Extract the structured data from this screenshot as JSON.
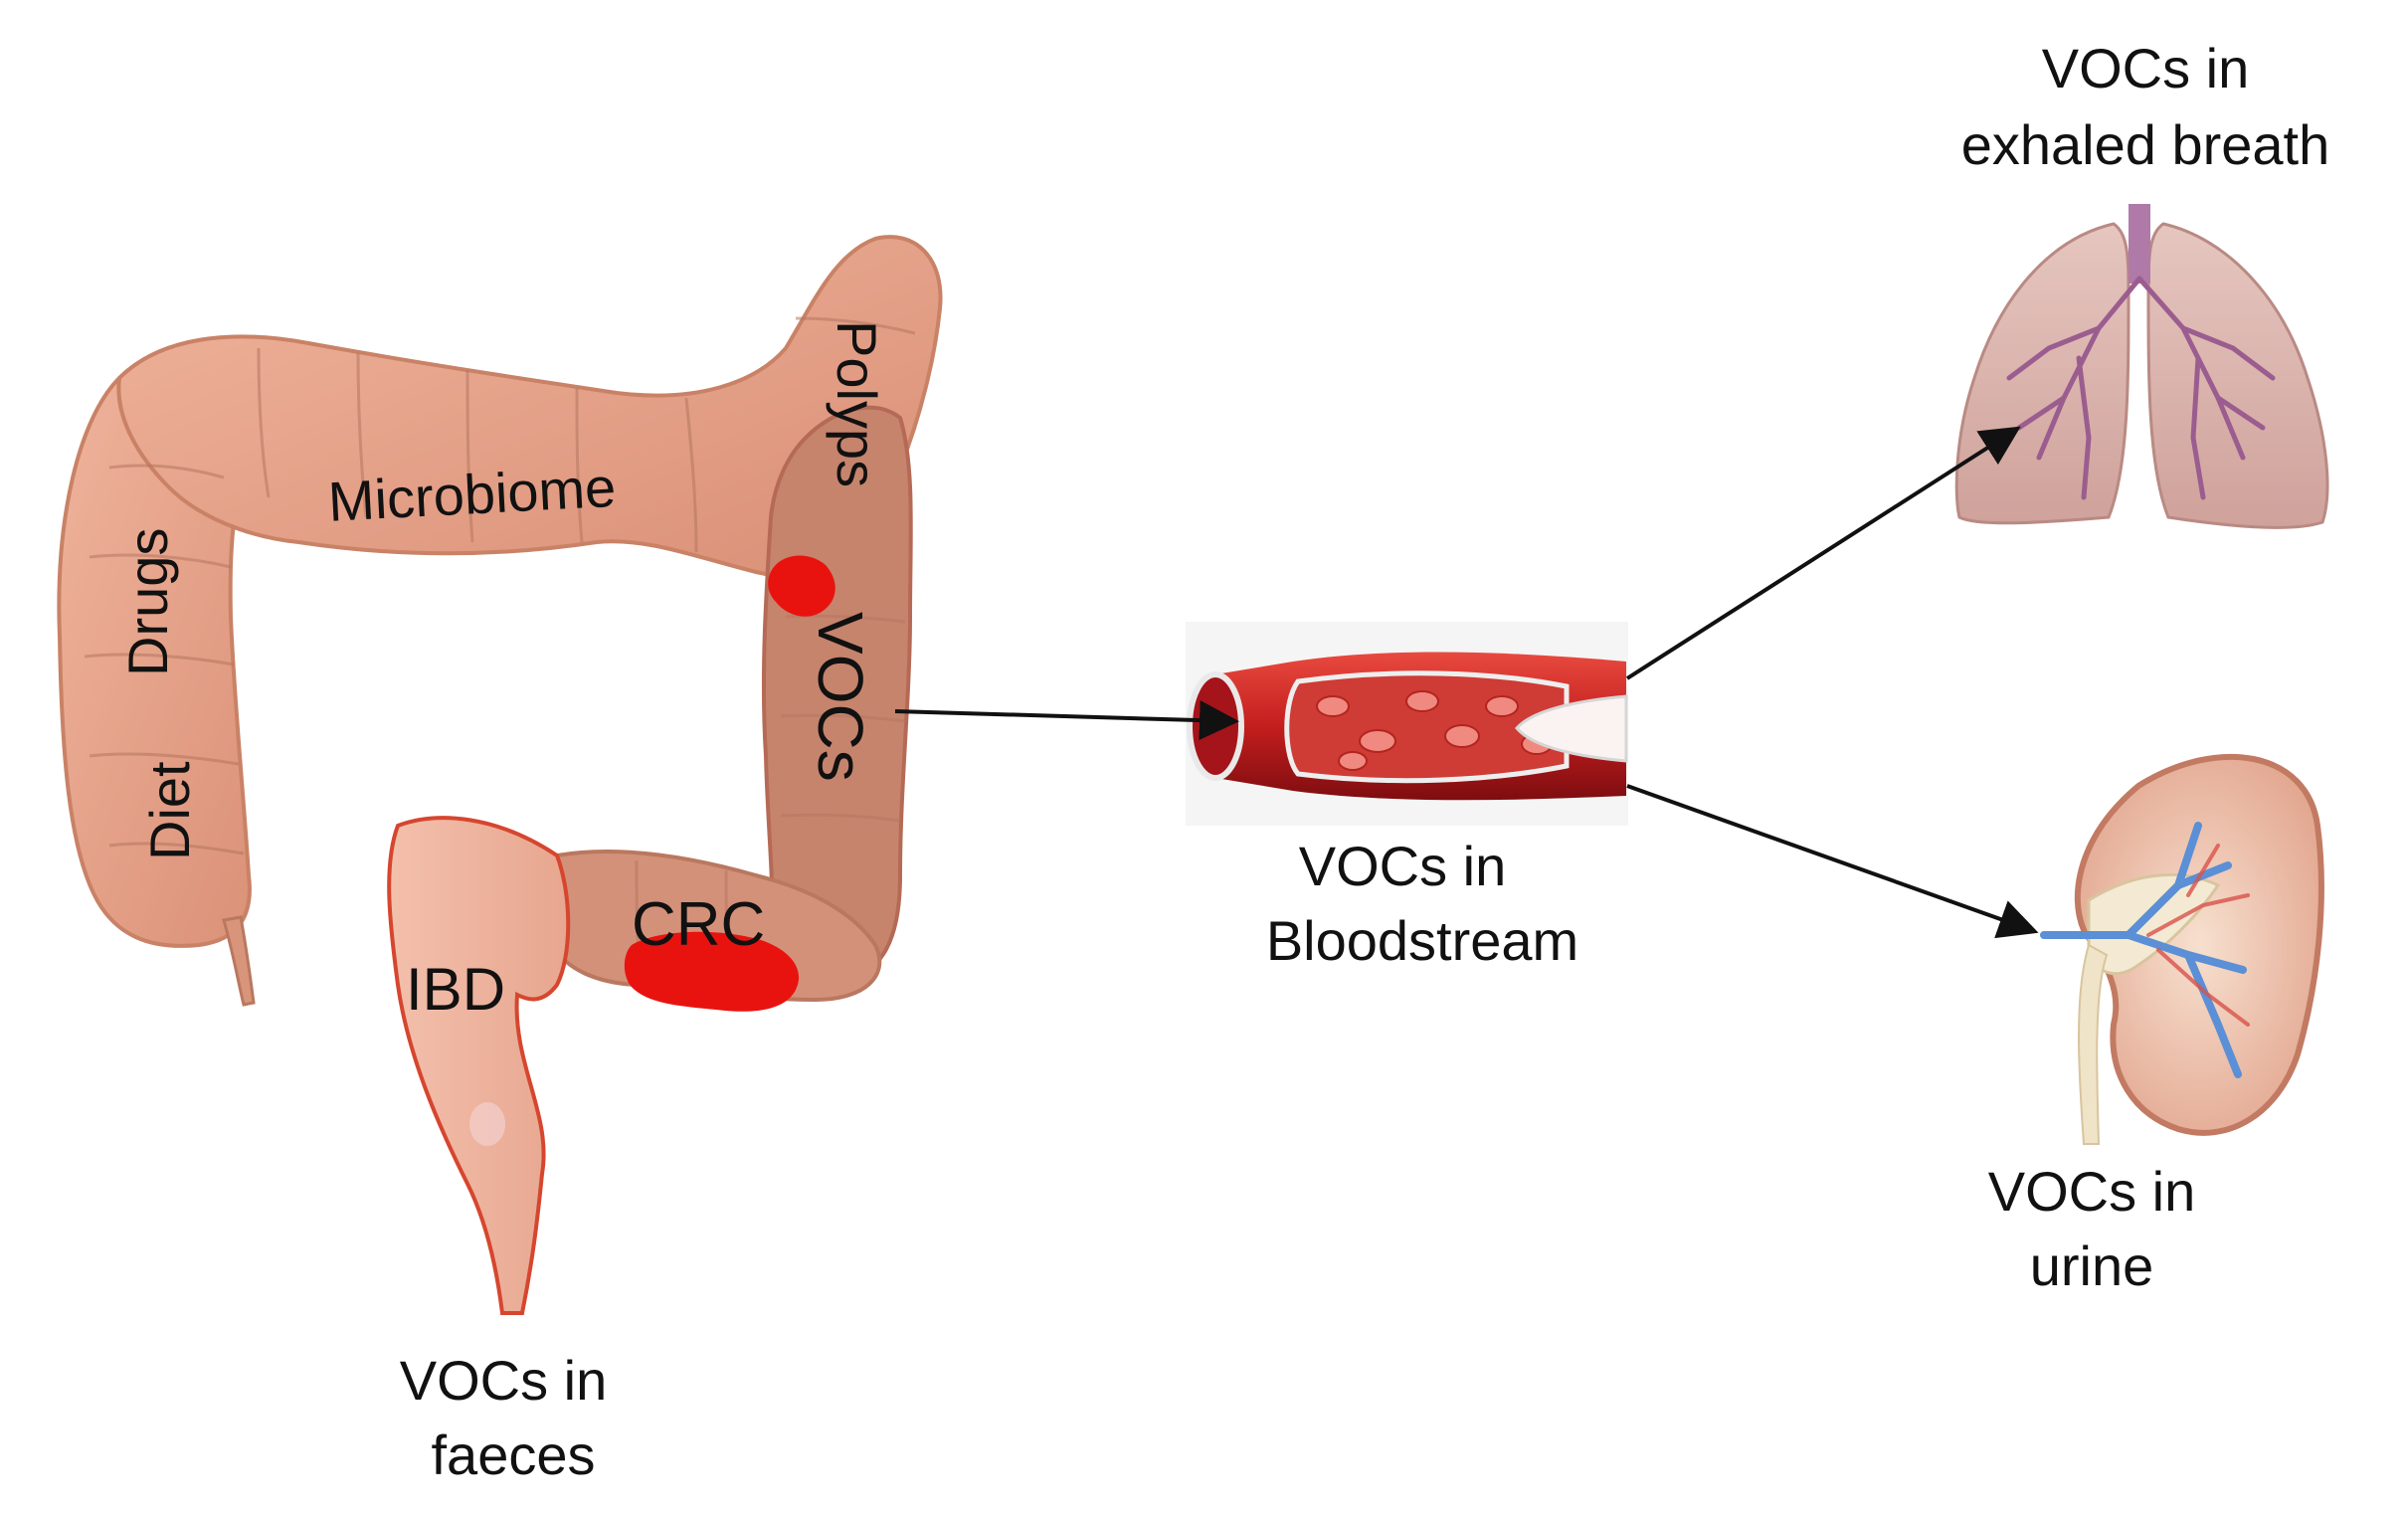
{
  "colon": {
    "labels": {
      "microbiome": "Microbiome",
      "drugs": "Drugs",
      "diet": "Diet",
      "polyps": "Polyps",
      "vocs": "VOCs",
      "crc": "CRC",
      "ibd": "IBD"
    },
    "faeces": {
      "line1": "VOCs in",
      "line2": "faeces"
    }
  },
  "bloodstream": {
    "line1": "VOCs in",
    "line2": "Bloodstream"
  },
  "breath": {
    "line1": "VOCs in",
    "line2": "exhaled breath"
  },
  "urine": {
    "line1": "VOCs in",
    "line2": "urine"
  },
  "colors": {
    "colon_fill": "#e9a58c",
    "colon_outline": "#c98266",
    "colon_dark": "#b56a56",
    "lesion_red": "#e8130f",
    "vessel_red": "#c41e1e",
    "vessel_dark": "#8c0f12",
    "lung_fill": "#dcb7b0",
    "kidney_fill": "#efc7b3",
    "vein_blue": "#5b8fd6",
    "arrow": "#111111"
  }
}
